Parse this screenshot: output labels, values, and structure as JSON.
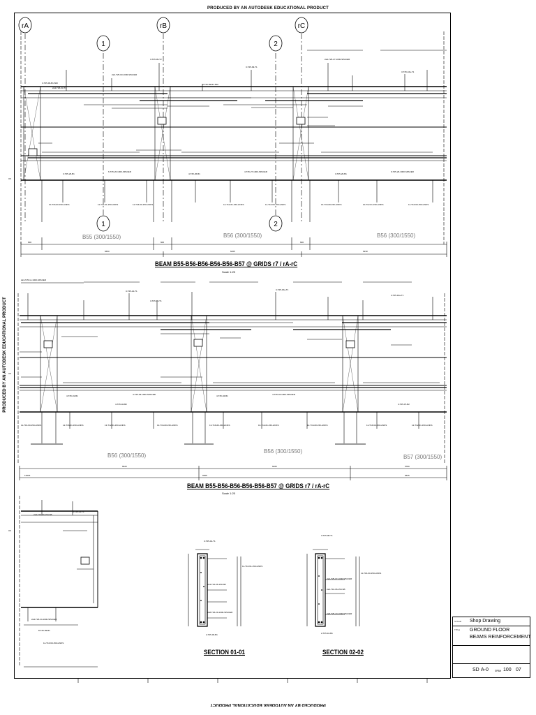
{
  "watermark": {
    "top": "PRODUCED BY AN AUTODESK EDUCATIONAL PRODUCT",
    "bottom": "PRODUCED BY AN AUTODESK EDUCATIONAL PRODUCT",
    "side": "PRODUCED BY AN AUTODESK EDUCATIONAL PRODUCT"
  },
  "grids": {
    "top": [
      "rA",
      "rB",
      "rC"
    ],
    "sections": [
      "1",
      "2"
    ]
  },
  "drawing1": {
    "title": "BEAM B55-B56-B56-B56-B56-B57 @ GRIDS r7 / rA-rC",
    "scale": "Scale 1:25",
    "beams": [
      "B55 (300/1550)",
      "B56 (300/1550)",
      "B56 (300/1550)"
    ]
  },
  "drawing2": {
    "title": "BEAM B55-B56-B56-B56-B56-B57 @ GRIDS r7 / rA-rC",
    "scale": "Scale 1:25",
    "beams": [
      "B56 (300/1550)",
      "B56 (300/1550)",
      "B57 (300/1550)"
    ]
  },
  "sections": {
    "a": "SECTION 01-01",
    "b": "SECTION 02-02"
  },
  "titleblock": {
    "stage_key": "STAGE",
    "stage": "Shop Drawing",
    "title_key": "TITLE",
    "title_line1": "GROUND FLOOR",
    "title_line2": "BEAMS REINFORCEMENT",
    "drawing_no": "SD",
    "sheet_ref": "A-0",
    "code": "SPBM",
    "scale_val": "100",
    "sheet_no": "07"
  }
}
